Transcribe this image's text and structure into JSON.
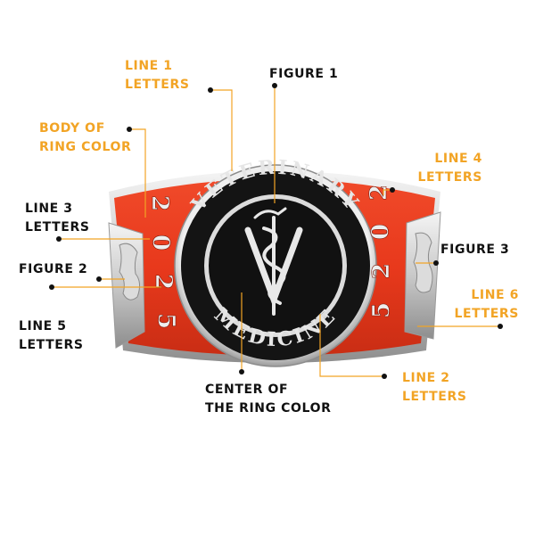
{
  "colors": {
    "orange_label": "#f2a425",
    "black_label": "#111111",
    "ring_red": "#ec3b1e",
    "ring_silver": "#d4d4d4",
    "center_black": "#111111"
  },
  "labels": {
    "line1": [
      "LINE 1",
      "LETTERS"
    ],
    "figure1": [
      "FIGURE 1"
    ],
    "body_color": [
      "BODY OF",
      "RING COLOR"
    ],
    "line4": [
      "LINE 4",
      "LETTERS"
    ],
    "line3": [
      "LINE 3",
      "LETTERS"
    ],
    "figure3": [
      "FIGURE 3"
    ],
    "figure2": [
      "FIGURE 2"
    ],
    "line6": [
      "LINE 6",
      "LETTERS"
    ],
    "line5": [
      "LINE 5",
      "LETTERS"
    ],
    "center_color": [
      "CENTER OF",
      "THE RING COLOR"
    ],
    "line2": [
      "LINE 2",
      "LETTERS"
    ]
  },
  "ring": {
    "top_text": "VETERINARY",
    "bottom_text": "MEDICINE",
    "left_year": "2025",
    "right_year": "2025",
    "center_icon": "caduceus-v-icon",
    "side_icon": "eagle-icon"
  }
}
